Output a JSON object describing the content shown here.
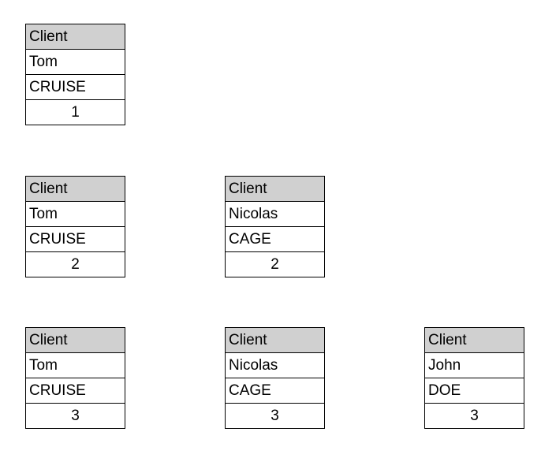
{
  "cards": [
    {
      "header": "Client",
      "first_name": "Tom",
      "last_name": "CRUISE",
      "number": "1"
    },
    {
      "header": "Client",
      "first_name": "Tom",
      "last_name": "CRUISE",
      "number": "2"
    },
    {
      "header": "Client",
      "first_name": "Nicolas",
      "last_name": "CAGE",
      "number": "2"
    },
    {
      "header": "Client",
      "first_name": "Tom",
      "last_name": "CRUISE",
      "number": "3"
    },
    {
      "header": "Client",
      "first_name": "Nicolas",
      "last_name": "CAGE",
      "number": "3"
    },
    {
      "header": "Client",
      "first_name": "John",
      "last_name": "DOE",
      "number": "3"
    }
  ],
  "colors": {
    "header_fill": "#d0d0d0",
    "border": "#000000",
    "background": "#ffffff"
  }
}
